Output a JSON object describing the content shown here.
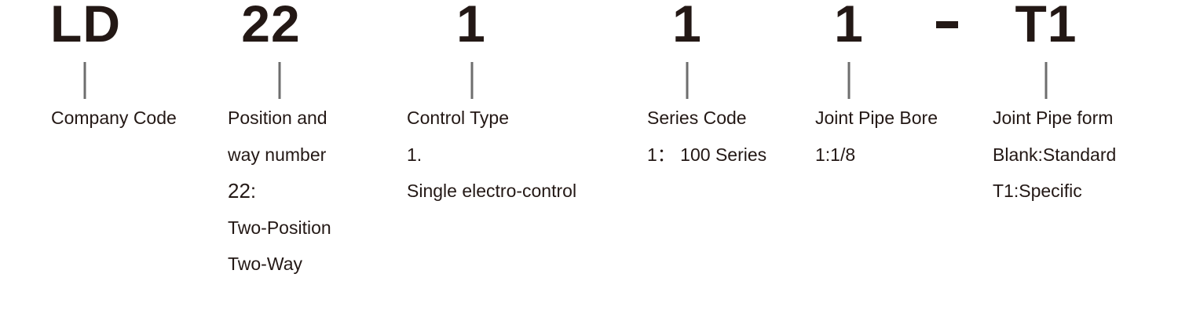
{
  "code": {
    "segments": [
      "LD",
      "22",
      "1",
      "1",
      "1",
      "T1"
    ]
  },
  "columns": [
    {
      "title": "Company Code",
      "lines": []
    },
    {
      "title": "Position and",
      "lines": [
        "way number",
        "22:",
        "Two-Position",
        "Two-Way"
      ]
    },
    {
      "title": "Control Type",
      "lines": [
        "1.",
        "Single electro-control"
      ]
    },
    {
      "title": "Series Code",
      "lines": [
        "1：  100 Series"
      ]
    },
    {
      "title": "Joint Pipe Bore",
      "lines": [
        "1:1/8"
      ]
    },
    {
      "title": "Joint Pipe form",
      "lines": [
        "Blank:Standard",
        "T1:Specific"
      ]
    }
  ]
}
